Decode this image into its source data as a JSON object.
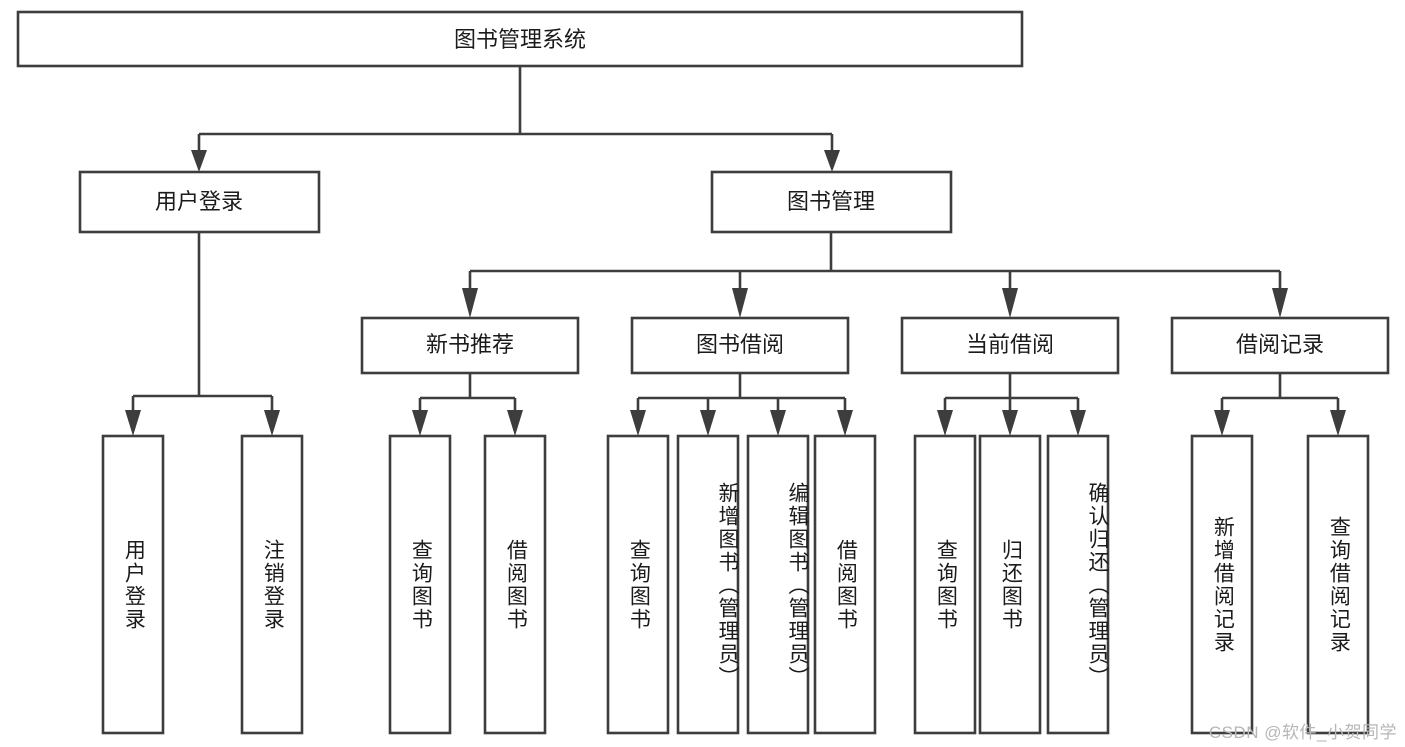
{
  "diagram": {
    "type": "tree-hierarchy",
    "title": "图书管理系统",
    "watermark": "CSDN @软件_小贺同学",
    "colors": {
      "box_stroke": "#3d3d3d",
      "box_fill": "#ffffff",
      "text": "#1b1b1b",
      "watermark": "#b6b6b6",
      "background": "#ffffff"
    },
    "levels": {
      "root": {
        "label": "图书管理系统"
      },
      "level2": [
        {
          "label": "用户登录"
        },
        {
          "label": "图书管理"
        }
      ],
      "level3": [
        {
          "label": "新书推荐"
        },
        {
          "label": "图书借阅"
        },
        {
          "label": "当前借阅"
        },
        {
          "label": "借阅记录"
        }
      ]
    },
    "groups": [
      {
        "parent": "用户登录",
        "leaves": [
          {
            "label": "用户登录"
          },
          {
            "label": "注销登录"
          }
        ]
      },
      {
        "parent": "新书推荐",
        "leaves": [
          {
            "label": "查询图书"
          },
          {
            "label": "借阅图书"
          }
        ]
      },
      {
        "parent": "图书借阅",
        "leaves": [
          {
            "label": "查询图书"
          },
          {
            "label": "新增图书（管理员）"
          },
          {
            "label": "编辑图书（管理员）"
          },
          {
            "label": "借阅图书"
          }
        ]
      },
      {
        "parent": "当前借阅",
        "leaves": [
          {
            "label": "查询图书"
          },
          {
            "label": "归还图书"
          },
          {
            "label": "确认归还（管理员）"
          }
        ]
      },
      {
        "parent": "借阅记录",
        "leaves": [
          {
            "label": "新增借阅记录"
          },
          {
            "label": "查询借阅记录"
          }
        ]
      }
    ],
    "leaf_labels": {
      "l0": "用户登录",
      "l1": "注销登录",
      "l2": "查询图书",
      "l3": "借阅图书",
      "l4": "查询图书",
      "l5": "新增图书（管理员）",
      "l6": "编辑图书（管理员）",
      "l7": "借阅图书",
      "l8": "查询图书",
      "l9": "归还图书",
      "l10": "确认归还（管理员）",
      "l11": "新增借阅记录",
      "l12": "查询借阅记录"
    }
  }
}
